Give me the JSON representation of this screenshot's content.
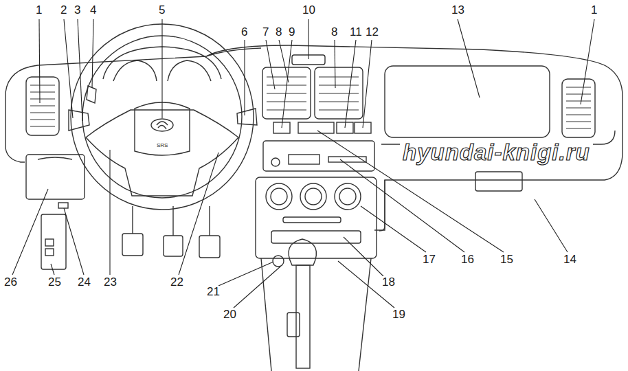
{
  "diagram": {
    "labels": [
      "1",
      "2",
      "3",
      "4",
      "5",
      "6",
      "7",
      "8",
      "9",
      "10",
      "8",
      "11",
      "12",
      "13",
      "1",
      "SRS",
      "hyundai-knigi.ru",
      "14",
      "15",
      "16",
      "17",
      "18",
      "19",
      "20",
      "21",
      "22",
      "23",
      "24",
      "25",
      "26"
    ]
  }
}
